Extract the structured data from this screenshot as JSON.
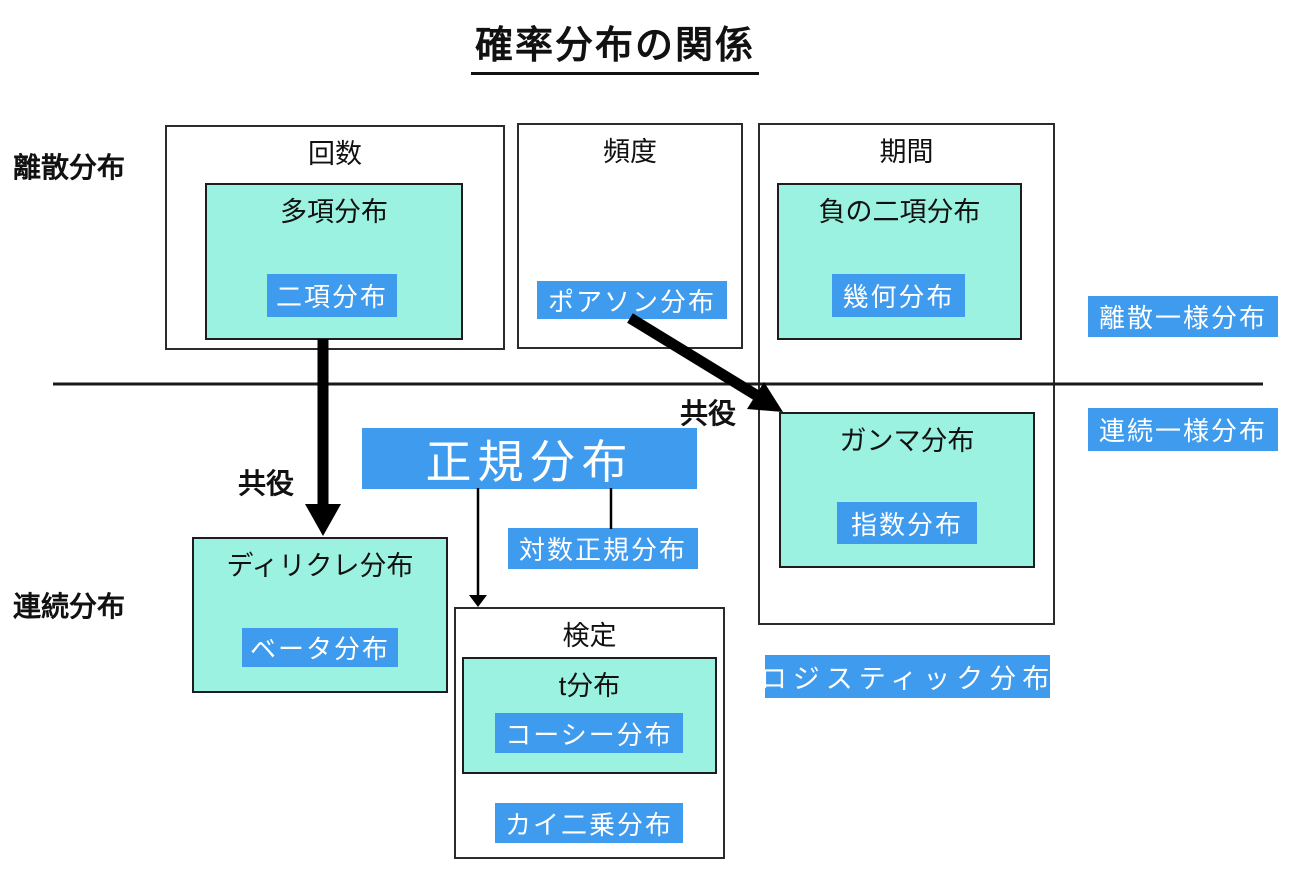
{
  "title": "確率分布の関係",
  "row_labels": {
    "discrete": "離散分布",
    "continuous": "連続分布"
  },
  "arrow_labels": {
    "conjugate_left": "共役",
    "conjugate_right": "共役"
  },
  "groups": {
    "count": {
      "label": "回数"
    },
    "frequency": {
      "label": "頻度"
    },
    "period": {
      "label": "期間"
    },
    "test": {
      "label": "検定"
    }
  },
  "distributions": {
    "multinomial": "多項分布",
    "binomial": "二項分布",
    "poisson": "ポアソン分布",
    "negative_binomial": "負の二項分布",
    "geometric": "幾何分布",
    "discrete_uniform": "離散一様分布",
    "continuous_uniform": "連続一様分布",
    "normal": "正規分布",
    "lognormal": "対数正規分布",
    "gamma": "ガンマ分布",
    "exponential": "指数分布",
    "dirichlet": "ディリクレ分布",
    "beta": "ベータ分布",
    "t": "t分布",
    "cauchy": "コーシー分布",
    "chi_squared": "カイ二乗分布",
    "logistic": "ロジスティック分布"
  },
  "colors": {
    "highlight_blue": "#3E9BEE",
    "conjugate_teal": "#9BF2E0",
    "line_black": "#1A1A1A"
  }
}
